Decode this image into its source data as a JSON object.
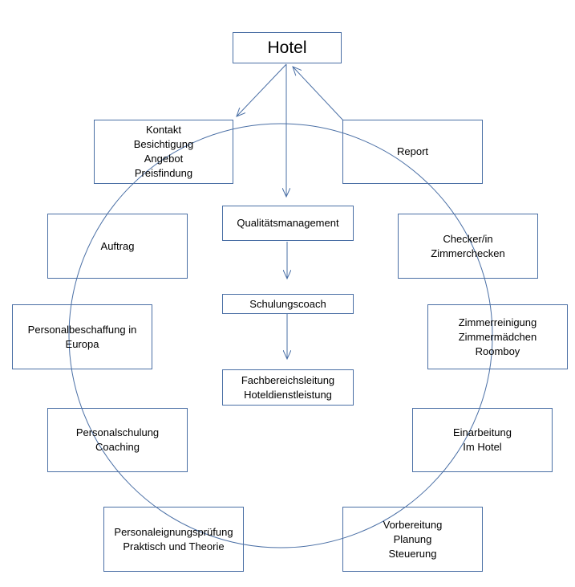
{
  "diagram": {
    "title": "Hotel",
    "center_chain": [
      "Qualitätsmanagement",
      "Schulungscoach",
      "Fachbereichsleitung\nHoteldienstleistung"
    ],
    "cycle_left": [
      "Kontakt\nBesichtigung\nAngebot\nPreisfindung",
      "Auftrag",
      "Personalbeschaffung  in\nEuropa",
      "Personalschulung\nCoaching",
      "Personaleignungsprüfung\nPraktisch und Theorie"
    ],
    "cycle_right": [
      "Report",
      "Checker/in\nZimmerchecken",
      "Zimmerreinigung\nZimmermädchen\nRoomboy",
      "Einarbeitung\nIm Hotel",
      "Vorbereitung\nPlanung\nSteuerung"
    ]
  },
  "colors": {
    "stroke": "#4a6fa5",
    "text": "#000000",
    "background": "#ffffff"
  }
}
